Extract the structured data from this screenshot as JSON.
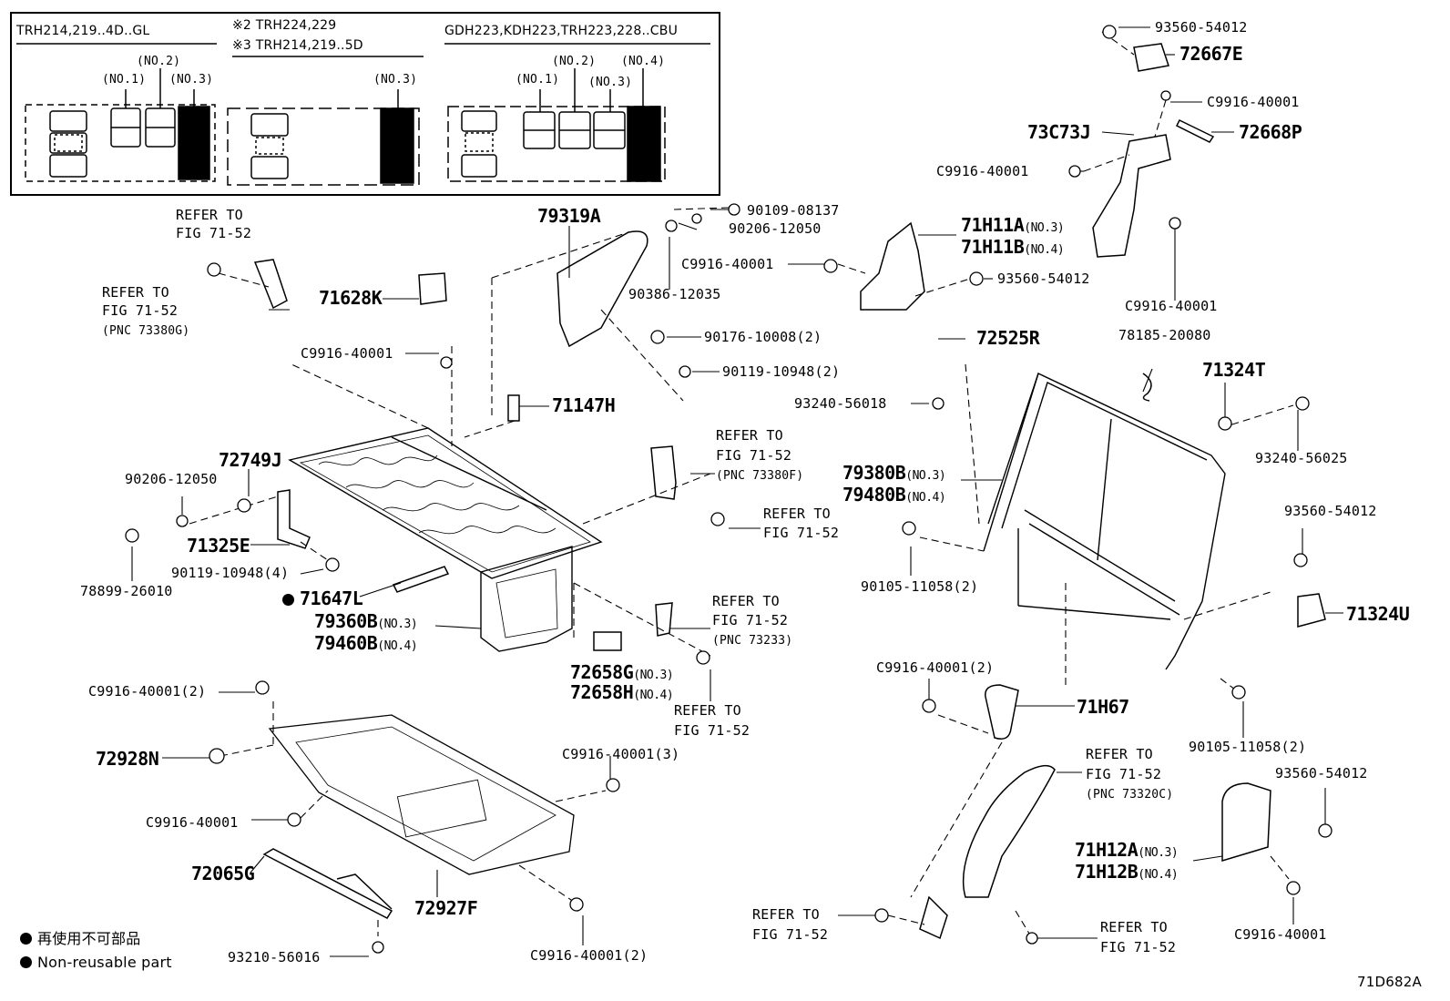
{
  "header": {
    "groups": [
      {
        "title": "TRH214,219..4D..GL",
        "seats": [
          "(NO.1)",
          "(NO.2)",
          "(NO.3)"
        ]
      },
      {
        "title_lines": [
          "※2 TRH224,229",
          "※3 TRH214,219..5D"
        ],
        "seats": [
          "(NO.3)"
        ]
      },
      {
        "title": "GDH223,KDH223,TRH223,228..CBU",
        "seats": [
          "(NO.1)",
          "(NO.2)",
          "(NO.3)",
          "(NO.4)"
        ]
      }
    ]
  },
  "parts": {
    "p93560_54012_a": "93560-54012",
    "p72667E": "72667E",
    "pC9916_40001_a": "C9916-40001",
    "p73C73J": "73C73J",
    "p72668P": "72668P",
    "pC9916_40001_b": "C9916-40001",
    "p79319A": "79319A",
    "p90109_08137": "90109-08137",
    "p90206_12050_a": "90206-12050",
    "p71H11A": "71H11A",
    "p71H11B": "71H11B",
    "pC9916_40001_c": "C9916-40001",
    "p93560_54012_b": "93560-54012",
    "pC9916_40001_d": "C9916-40001",
    "p90386_12035": "90386-12035",
    "p71628K": "71628K",
    "pC9916_40001_e": "C9916-40001",
    "p90176_10008": "90176-10008(2)",
    "p90119_10948_a": "90119-10948(2)",
    "p72525R": "72525R",
    "p78185_20080": "78185-20080",
    "p71324T": "71324T",
    "p93240_56018": "93240-56018",
    "p93240_56025": "93240-56025",
    "p71147H": "71147H",
    "p72749J": "72749J",
    "p90206_12050_b": "90206-12050",
    "p79380B": "79380B",
    "p79480B": "79480B",
    "p93560_54012_c": "93560-54012",
    "p71325E": "71325E",
    "p78899_26010": "78899-26010",
    "p90119_10948_b": "90119-10948(4)",
    "p90105_11058_a": "90105-11058(2)",
    "p71647L": "71647L",
    "p79360B": "79360B",
    "p79460B": "79460B",
    "p71324U": "71324U",
    "p72658G": "72658G",
    "p72658H": "72658H",
    "pC9916_40001_2a": "C9916-40001(2)",
    "pC9916_40001_2b": "C9916-40001(2)",
    "p71H67": "71H67",
    "p90105_11058_b": "90105-11058(2)",
    "p72928N": "72928N",
    "pC9916_40001_3": "C9916-40001(3)",
    "pC9916_40001_f": "C9916-40001",
    "p71H12A": "71H12A",
    "p71H12B": "71H12B",
    "p93560_54012_d": "93560-54012",
    "p72065G": "72065G",
    "p72927F": "72927F",
    "pC9916_40001_g": "C9916-40001",
    "p93210_56016": "93210-56016",
    "pC9916_40001_2c": "C9916-40001(2)"
  },
  "variants": {
    "no3": "(NO.3)",
    "no4": "(NO.4)"
  },
  "refs": {
    "refer_to": "REFER TO",
    "fig": "FIG 71-52",
    "pnc_73380G": "(PNC 73380G)",
    "pnc_73380F": "(PNC 73380F)",
    "pnc_73233": "(PNC 73233)",
    "pnc_73320C": "(PNC 73320C)"
  },
  "legend": {
    "jp": "再使用不可部品",
    "en": "Non-reusable part"
  },
  "figure_code": "71D682A"
}
